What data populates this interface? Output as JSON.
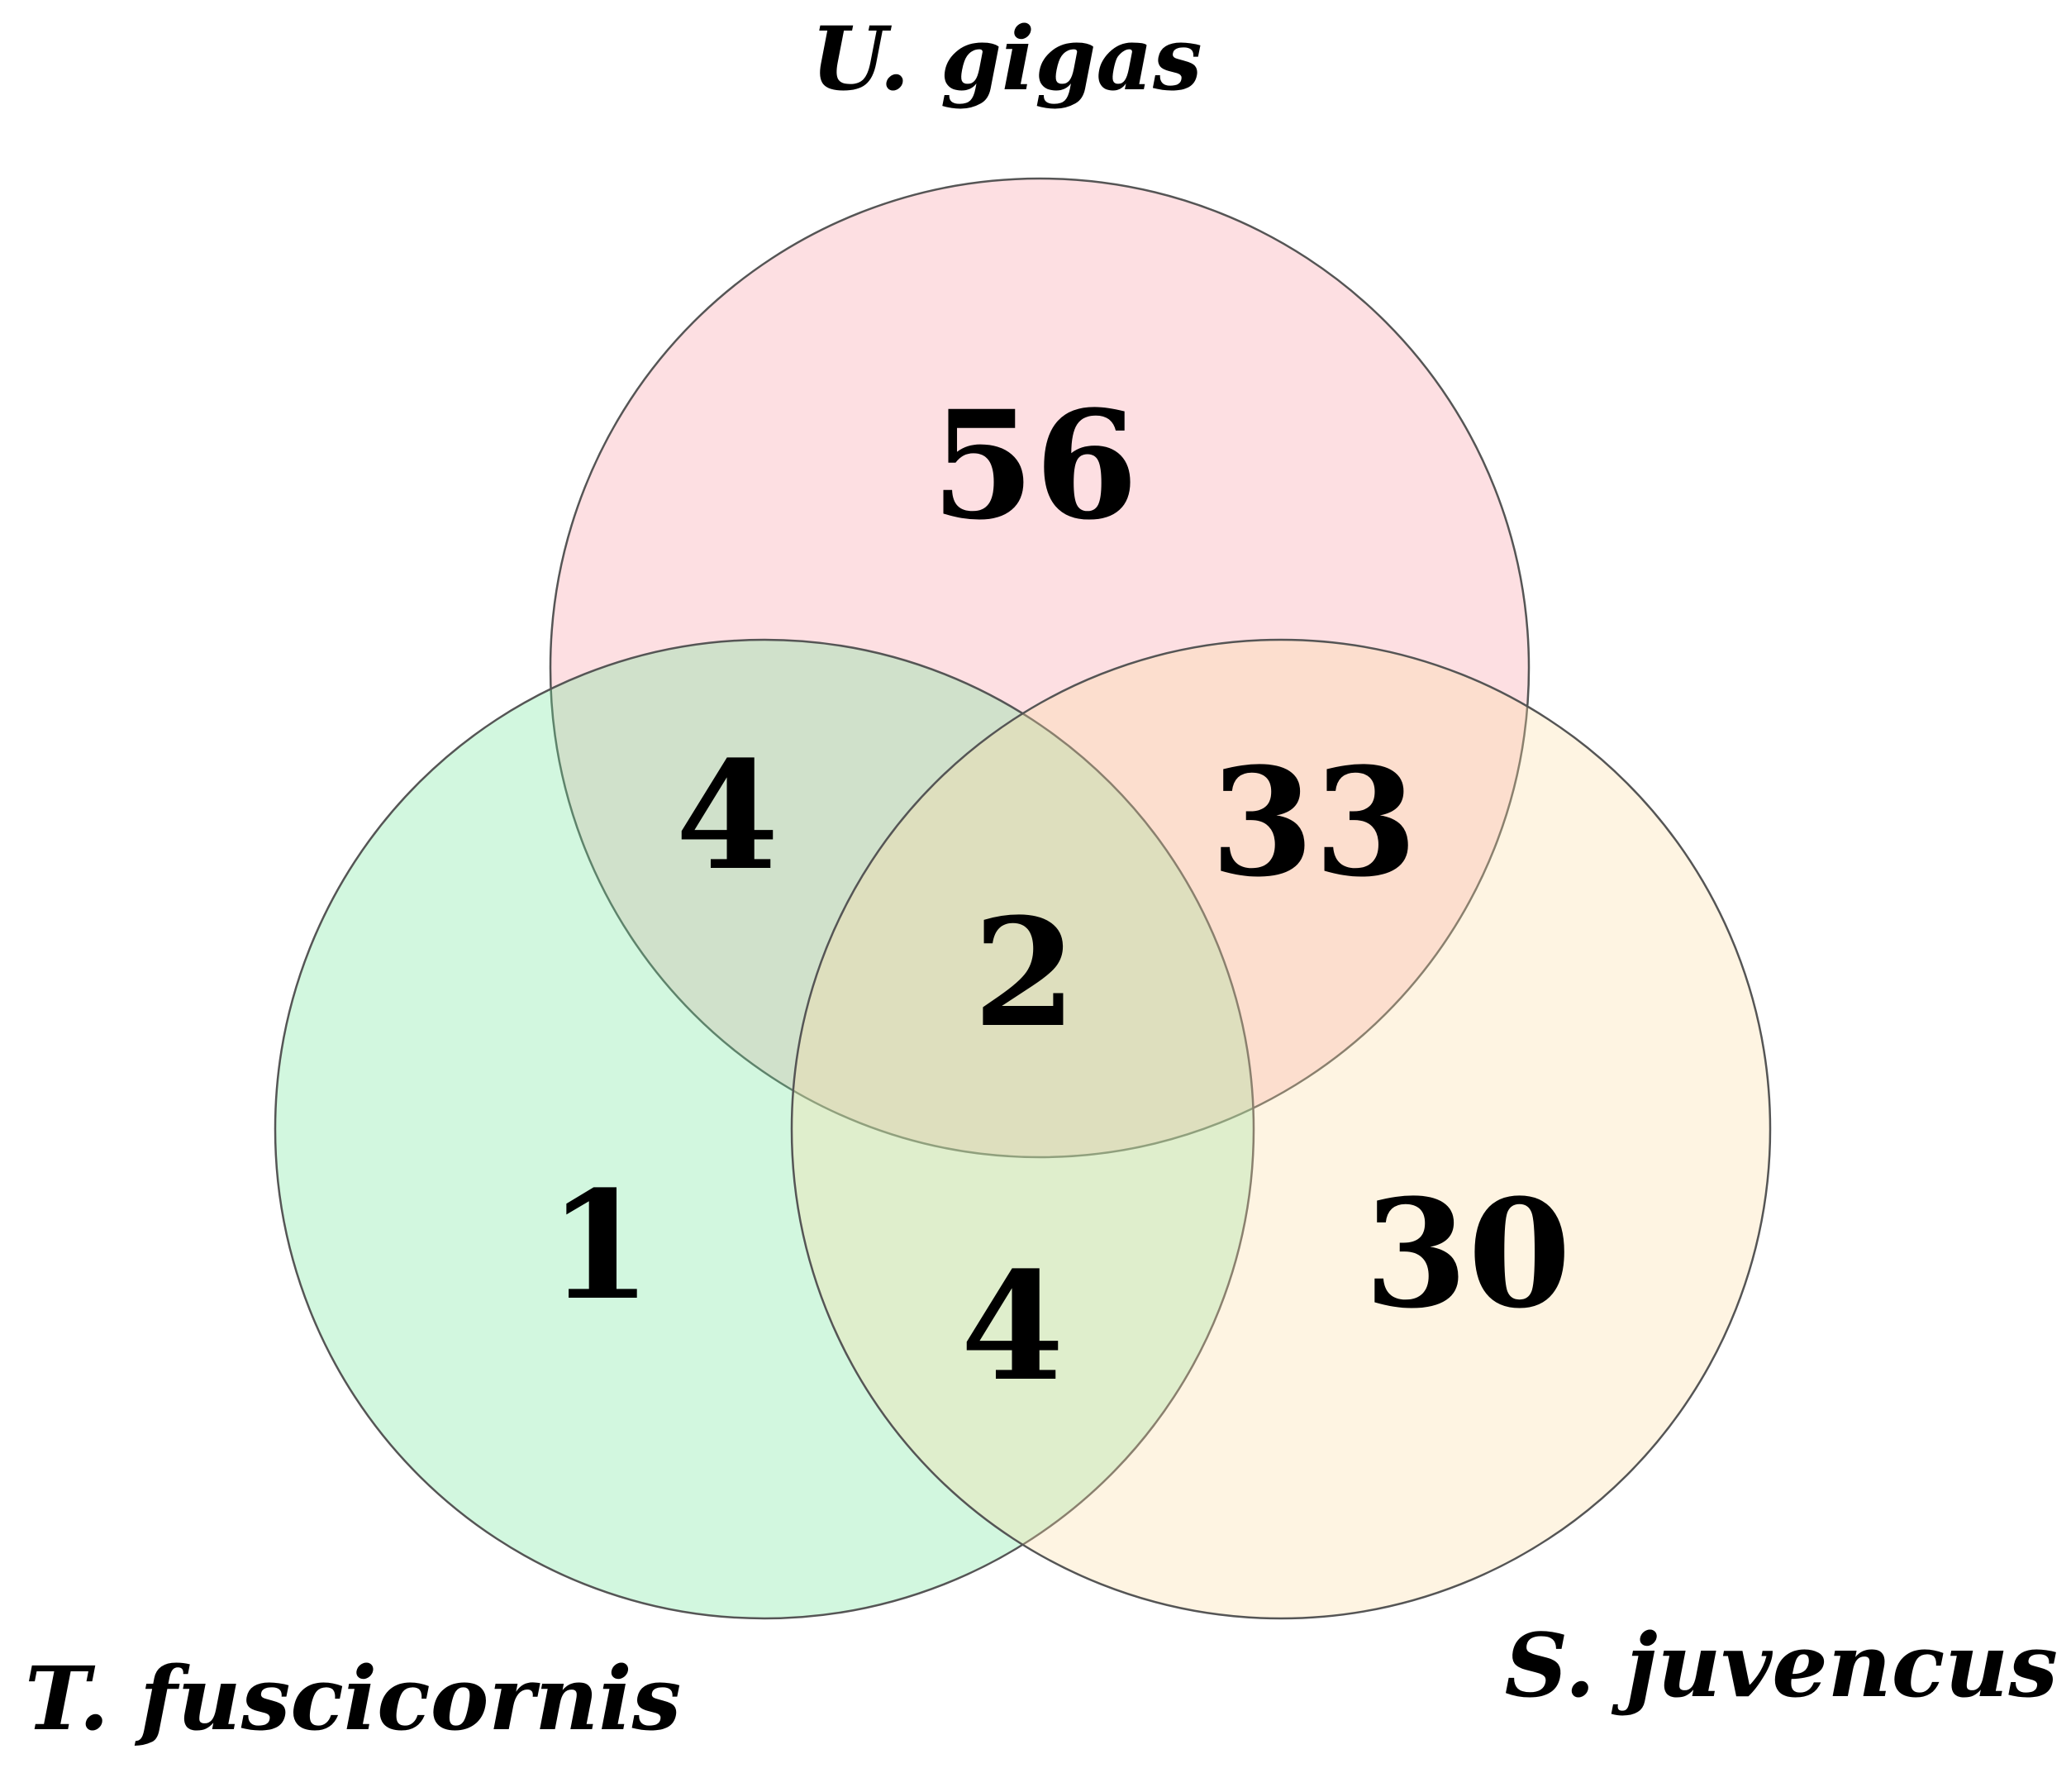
{
  "sets": [
    {
      "key": "ug",
      "label": "U. gigas",
      "color": "#f99aa6"
    },
    {
      "key": "tf",
      "label": "T. fuscicornis",
      "color": "#72e69d"
    },
    {
      "key": "sj",
      "label": "S. juvencus",
      "color": "#fbdca6"
    }
  ],
  "regions": {
    "ug_only": "56",
    "ug_tf": "4",
    "ug_sj": "33",
    "all_three": "2",
    "tf_only": "1",
    "tf_sj": "4",
    "sj_only": "30"
  }
}
